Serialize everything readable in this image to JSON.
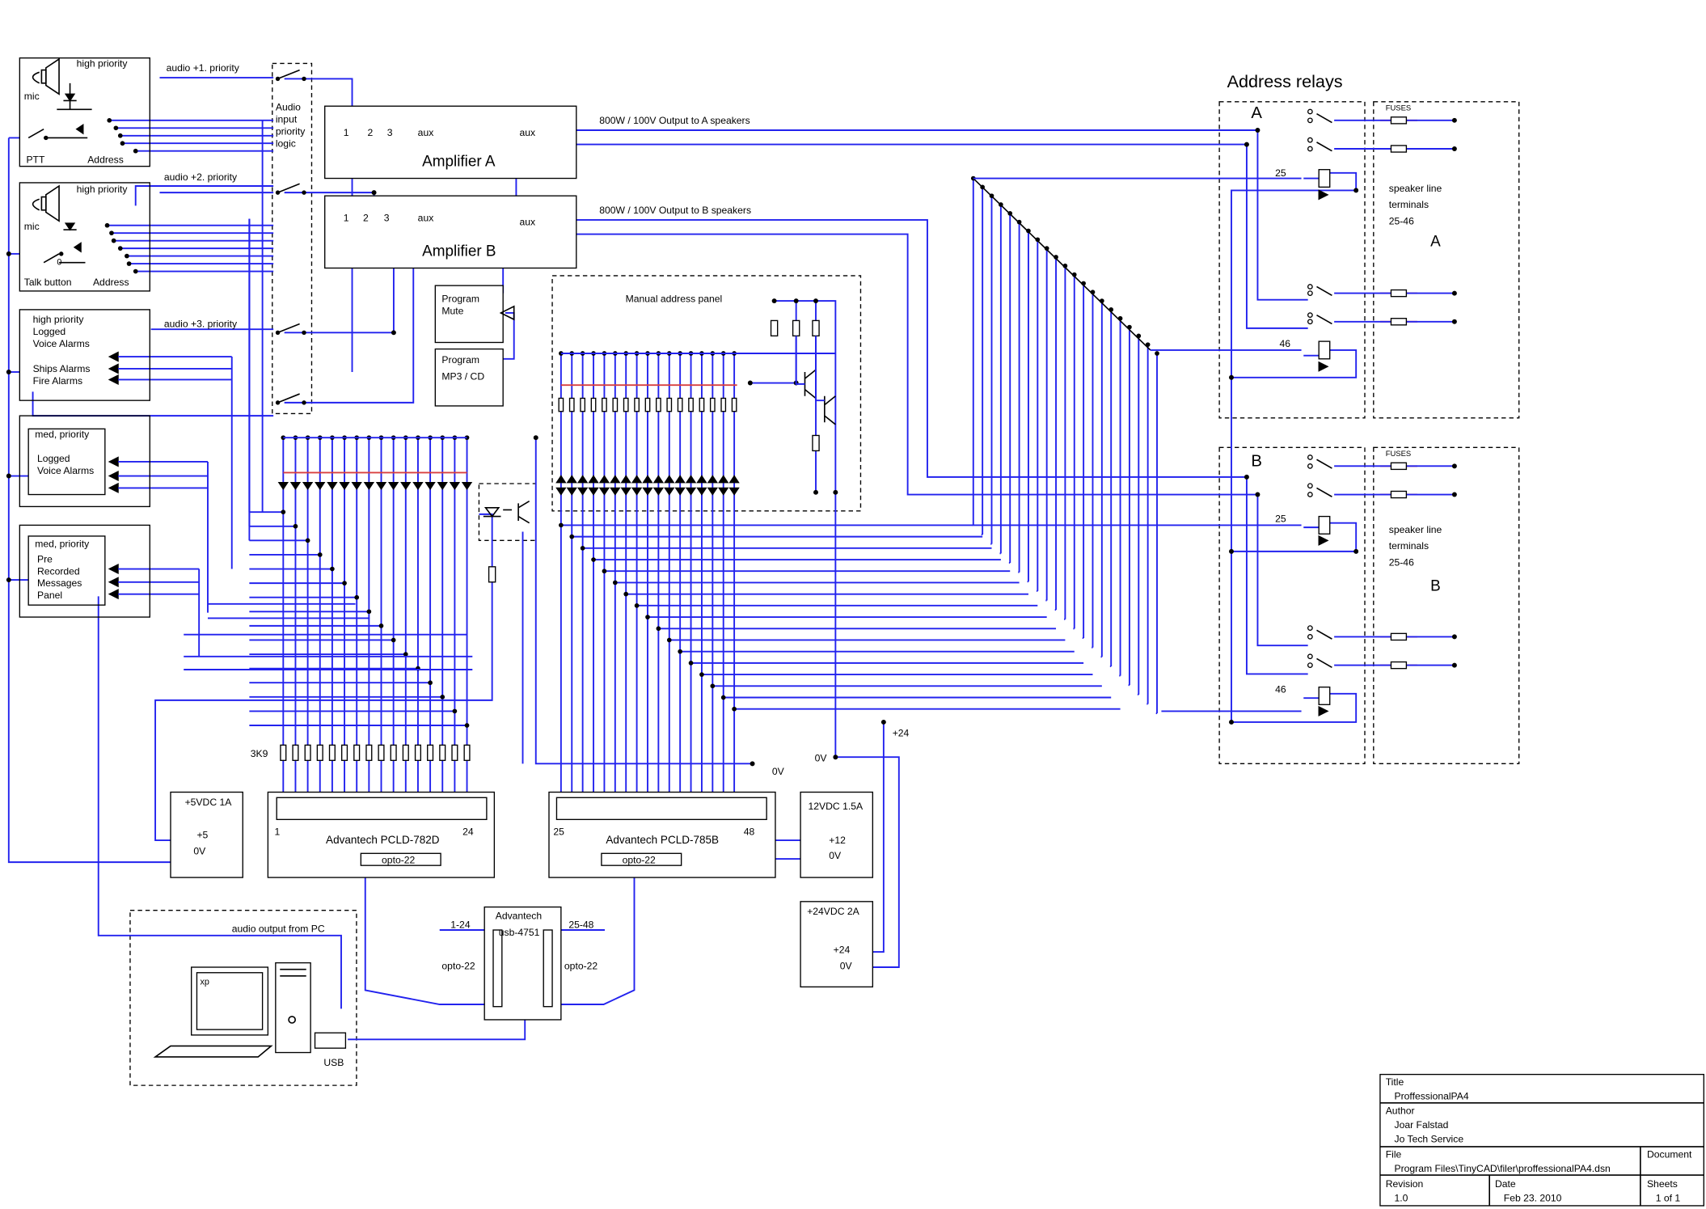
{
  "titles": {
    "address_relays": "Address relays",
    "manual_panel": "Manual address panel",
    "audio_logic": [
      "Audio",
      "input",
      "priority",
      "logic"
    ],
    "audio_pc": "audio output from PC"
  },
  "labels": {
    "high_priority": "high priority",
    "mic": "mic",
    "ptt": "PTT",
    "address": "Address",
    "talk_button": "Talk button",
    "audio1": "audio +1. priority",
    "audio2": "audio +2. priority",
    "audio3": "audio +3. priority",
    "in1": "1",
    "in2": "2",
    "in3": "3",
    "aux": "aux",
    "zero": "0",
    "out_a": "800W / 100V    Output to  A  speakers",
    "out_b": "800W / 100V    Output to  B  speakers",
    "amp_a": "Amplifier A",
    "amp_b": "Amplifier B",
    "prog_mute": [
      "Program",
      "Mute"
    ],
    "prog_mp3": [
      "Program",
      "MP3 / CD"
    ],
    "logged_top": [
      "high priority",
      "Logged",
      "Voice Alarms"
    ],
    "ships": "Ships Alarms",
    "fire": "Fire Alarms",
    "med1": "med, priority",
    "logged_med": [
      "Logged",
      "Voice Alarms"
    ],
    "med2": "med, priority",
    "pre": [
      "Pre",
      "Recorded",
      "Messages",
      "Panel"
    ],
    "r3k9": "3K9",
    "pin1": "1",
    "pin24": "24",
    "pin25": "25",
    "pin48": "48",
    "pcld782": "Advantech PCLD-782D",
    "pcld785": "Advantech PCLD-785B",
    "opto22": "opto-22",
    "usb4751": [
      "Advantech",
      "usb-4751"
    ],
    "r124": "1-24",
    "r2548": "25-48",
    "p5v": "+5VDC 1A",
    "plus5": "+5",
    "zv": "0V",
    "p12v": "12VDC 1.5A",
    "plus12": "+12",
    "p24v": "+24VDC 2A",
    "plus24": "+24",
    "xp": "xp",
    "usb": "USB",
    "zone_a": "A",
    "zone_b": "B",
    "fuses": "FUSES",
    "n25": "25",
    "n46": "46",
    "speaker_a": [
      "speaker line",
      "terminals",
      "25-46"
    ],
    "speaker_b": [
      "speaker line",
      "terminals",
      "25-46"
    ]
  },
  "title_block": {
    "title_label": "Title",
    "title": "ProffessionalPA4",
    "author_label": "Author",
    "author": "Joar Falstad",
    "company": "Jo Tech Service",
    "file_label": "File",
    "file": "Program Files\\TinyCAD\\filer\\proffessionalPA4.dsn",
    "document_label": "Document",
    "revision_label": "Revision",
    "revision": "1.0",
    "date_label": "Date",
    "date": "Feb 23. 2010",
    "sheets_label": "Sheets",
    "sheets": "1 of 1"
  },
  "colors": {
    "wire": "#2222ee",
    "component": "#000000",
    "accent": "#d84040",
    "background": "#ffffff"
  }
}
